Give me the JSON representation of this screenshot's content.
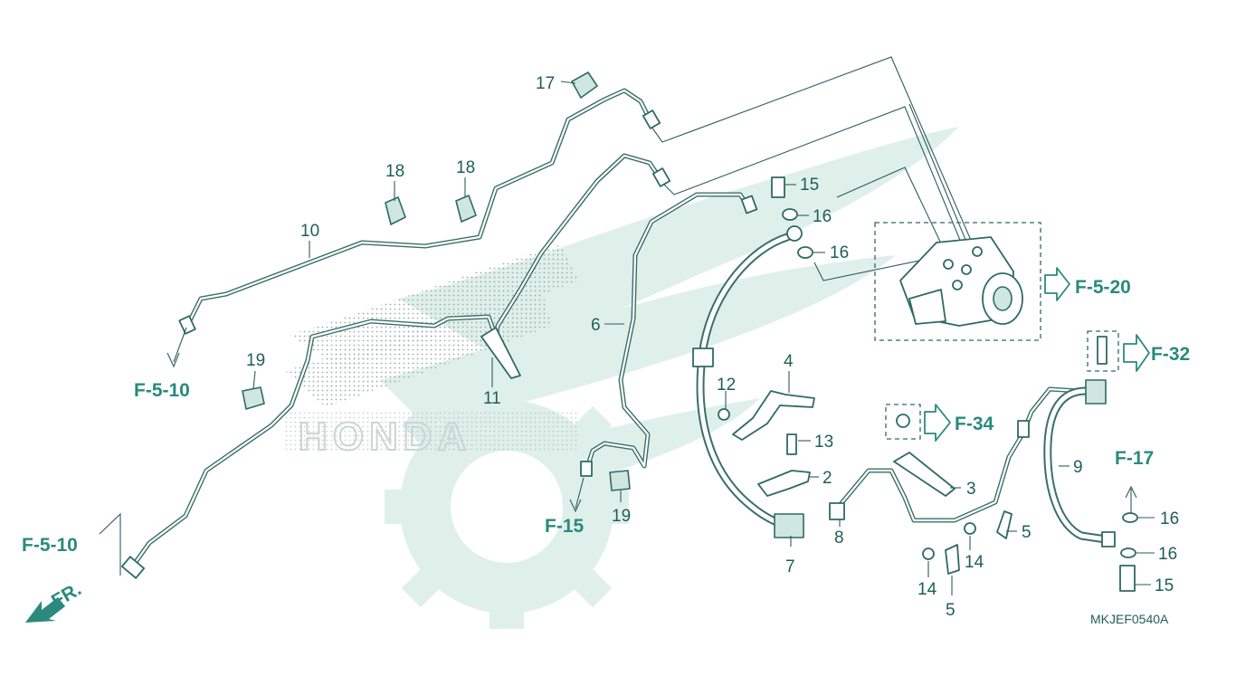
{
  "diagram": {
    "code": "MKJEF0540A",
    "direction_label": "FR.",
    "part_callouts": [
      {
        "id": "c1",
        "label": "17"
      },
      {
        "id": "c2",
        "label": "18"
      },
      {
        "id": "c3",
        "label": "18"
      },
      {
        "id": "c4",
        "label": "10"
      },
      {
        "id": "c5",
        "label": "19"
      },
      {
        "id": "c6",
        "label": "11"
      },
      {
        "id": "c7",
        "label": "6"
      },
      {
        "id": "c8",
        "label": "19"
      },
      {
        "id": "c9",
        "label": "15"
      },
      {
        "id": "c10",
        "label": "16"
      },
      {
        "id": "c11",
        "label": "16"
      },
      {
        "id": "c12",
        "label": "4"
      },
      {
        "id": "c13",
        "label": "12"
      },
      {
        "id": "c14",
        "label": "13"
      },
      {
        "id": "c15",
        "label": "2"
      },
      {
        "id": "c16",
        "label": "8"
      },
      {
        "id": "c17",
        "label": "7"
      },
      {
        "id": "c18",
        "label": "3"
      },
      {
        "id": "c19",
        "label": "5"
      },
      {
        "id": "c20",
        "label": "14"
      },
      {
        "id": "c21",
        "label": "14"
      },
      {
        "id": "c22",
        "label": "5"
      },
      {
        "id": "c23",
        "label": "9"
      },
      {
        "id": "c24",
        "label": "16"
      },
      {
        "id": "c25",
        "label": "16"
      },
      {
        "id": "c26",
        "label": "15"
      }
    ],
    "section_refs": [
      {
        "id": "r1",
        "label": "F-5-10"
      },
      {
        "id": "r2",
        "label": "F-5-10"
      },
      {
        "id": "r3",
        "label": "F-15"
      },
      {
        "id": "r4",
        "label": "F-5-20"
      },
      {
        "id": "r5",
        "label": "F-32"
      },
      {
        "id": "r6",
        "label": "F-34"
      },
      {
        "id": "r7",
        "label": "F-17"
      }
    ],
    "watermark_text": "HONDA",
    "colors": {
      "accent": "#2a8a7d",
      "line": "#3b6f68",
      "watermark": "#dff0eb"
    }
  }
}
